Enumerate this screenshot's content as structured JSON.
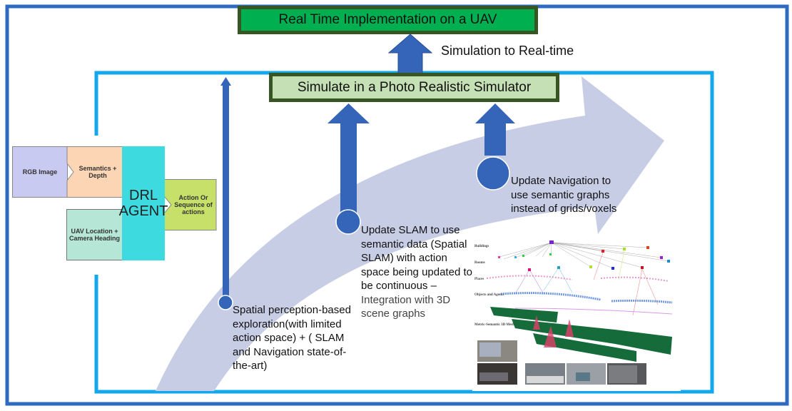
{
  "top_box": {
    "label": "Real Time Implementation on a UAV",
    "fill": "#00b050"
  },
  "sim_to_real": {
    "label": "Simulation to Real-time"
  },
  "sim_box": {
    "label": "Simulate in a Photo Realistic Simulator",
    "fill": "#c5e0b4"
  },
  "colors": {
    "outer_frame": "#2e6bc0",
    "inner_frame": "#13a8ec",
    "arrow": "#3565b8",
    "curve_arrow": "#c8cde6",
    "box_border": "#375623"
  },
  "drl_block": {
    "rgb_image": "RGB Image",
    "semantics_depth": "Semantics + Depth",
    "uav_location": "UAV Location + Camera Heading",
    "agent": "DRL AGENT",
    "action": "Action Or Sequence of actions"
  },
  "stages": [
    {
      "text": "Spatial perception-based exploration(with limited action space) + ( SLAM and Navigation state-of-the-art)"
    },
    {
      "text_dark": "Update SLAM to use semantic data (Spatial SLAM)  with action space being updated to be continuous –",
      "text_light": "Integration with 3D scene graphs"
    },
    {
      "text": "Update Navigation to use semantic graphs instead of grids/voxels"
    }
  ],
  "scene_graph": {
    "layers": [
      "Buildings",
      "Rooms",
      "Places",
      "Objects and Agents",
      "Metric-Semantic 3D Mesh"
    ]
  }
}
